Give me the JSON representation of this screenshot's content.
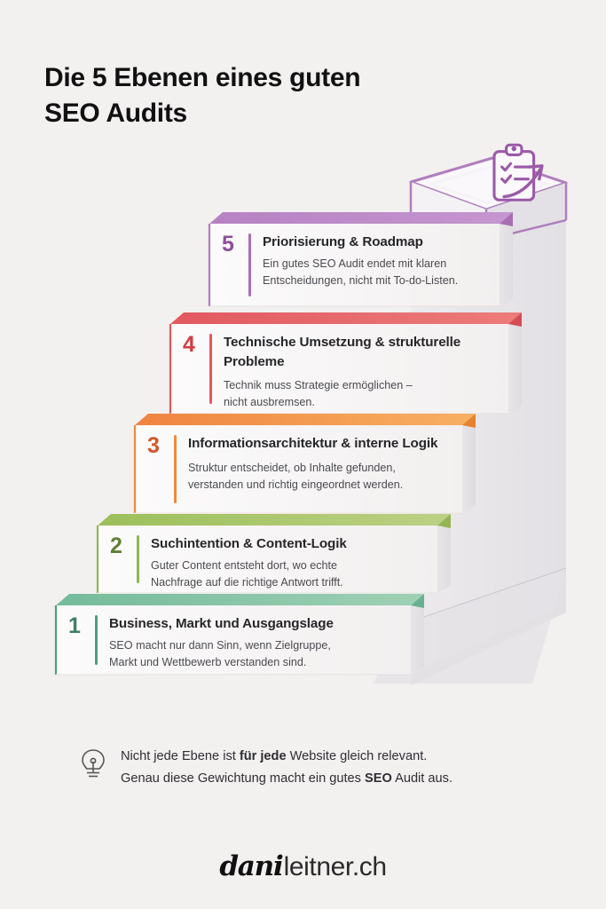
{
  "background_color": "#f3f0f0",
  "title": {
    "line1": "Die 5 Ebenen eines guten",
    "line2": "SEO Audits"
  },
  "top_icon": {
    "name": "clipboard-growth-icon",
    "color": "#9b59a8"
  },
  "steps": [
    {
      "number": "5",
      "title": "Priorisierung & Roadmap",
      "desc_line1": "Ein gutes SEO Audit endet mit klaren",
      "desc_line2": "Entscheidungen, nicht mit To-do-Listen.",
      "color": "#9b59a8",
      "top_color": "#c08ccb",
      "number_color": "#8e4f9c"
    },
    {
      "number": "4",
      "title_line1": "Technische Umsetzung &",
      "title_line2": "strukturelle Probleme",
      "desc_line1": "Technik muss Strategie ermöglichen –",
      "desc_line2": "nicht ausbremsen.",
      "color": "#e8555a",
      "top_color": "#e8676c",
      "number_color": "#d33c42"
    },
    {
      "number": "3",
      "title_line1": "Informationsarchitektur &",
      "title_line2": "interne Logik",
      "desc_line1": "Struktur entscheidet, ob Inhalte gefunden,",
      "desc_line2": "verstanden und richtig eingeordnet werden.",
      "color": "#f08b3a",
      "top_color": "#f6a84f",
      "number_color": "#d4542a"
    },
    {
      "number": "2",
      "title": "Suchintention & Content-Logik",
      "desc_line1": "Guter Content entsteht dort, wo echte",
      "desc_line2": "Nachfrage auf die richtige Antwort trifft.",
      "color": "#8db84e",
      "top_color": "#a9c96a",
      "number_color": "#5f8136"
    },
    {
      "number": "1",
      "title": "Business, Markt und Ausgangslage",
      "desc_line1": "SEO macht nur dann Sinn, wenn Zielgruppe,",
      "desc_line2": "Markt und Wettbewerb verstanden sind.",
      "color": "#4f9e7f",
      "top_color": "#84c4a3",
      "number_color": "#3f7f66"
    }
  ],
  "footer": {
    "icon_name": "lightbulb-icon",
    "line1_a": "Nicht jede Ebene ist ",
    "line1_b": "für jede",
    "line1_c": " Website gleich relevant.",
    "line2_a": "Genau diese Gewichtung macht ein gutes ",
    "line2_b": "SEO",
    "line2_c": " Audit aus."
  },
  "logo": {
    "part1": "dani",
    "part2": "leitner.ch"
  }
}
